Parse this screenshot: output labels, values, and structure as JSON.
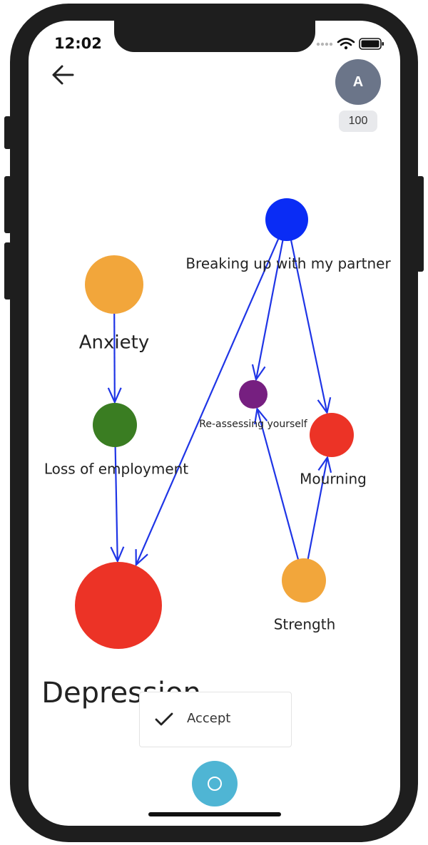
{
  "status_bar": {
    "time": "12:02"
  },
  "header": {
    "back_icon": "arrow-left-icon",
    "avatar_initial": "A",
    "score": "100"
  },
  "graph": {
    "nodes": [
      {
        "id": "breaking_up",
        "label": "Breaking up with my partner",
        "color": "#0a2cf5"
      },
      {
        "id": "anxiety",
        "label": "Anxiety",
        "color": "#f2a63b"
      },
      {
        "id": "loss_of_employment",
        "label": "Loss of employment",
        "color": "#3a7d22"
      },
      {
        "id": "reassessing",
        "label": "Re-assessing yourself",
        "color": "#761f80"
      },
      {
        "id": "mourning",
        "label": "Mourning",
        "color": "#ec3326"
      },
      {
        "id": "strength",
        "label": "Strength",
        "color": "#f2a63b"
      },
      {
        "id": "depression",
        "label": "Depression",
        "color": "#ec3326"
      }
    ],
    "edges": [
      {
        "from": "anxiety",
        "to": "loss_of_employment"
      },
      {
        "from": "loss_of_employment",
        "to": "depression"
      },
      {
        "from": "breaking_up",
        "to": "depression"
      },
      {
        "from": "breaking_up",
        "to": "reassessing"
      },
      {
        "from": "breaking_up",
        "to": "mourning"
      },
      {
        "from": "strength",
        "to": "reassessing"
      },
      {
        "from": "strength",
        "to": "mourning"
      }
    ],
    "edge_color": "#1f35e6"
  },
  "toast": {
    "label": "Accept",
    "icon": "check-icon"
  },
  "fab": {
    "icon": "circle-icon"
  }
}
